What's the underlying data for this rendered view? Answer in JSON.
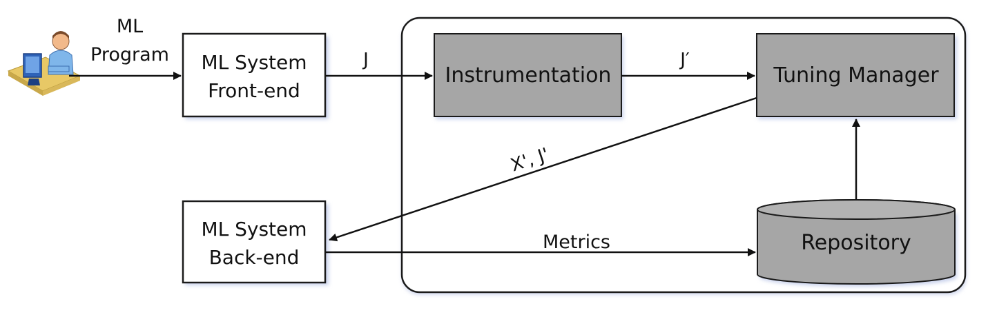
{
  "user": {
    "label_line1": "ML",
    "label_line2": "Program",
    "icon": "user-at-computer-icon"
  },
  "nodes": {
    "frontend": {
      "line1": "ML System",
      "line2": "Front-end"
    },
    "backend": {
      "line1": "ML System",
      "line2": "Back-end"
    },
    "instrumentation": {
      "label": "Instrumentation"
    },
    "tuning_manager": {
      "label": "Tuning Manager"
    },
    "repository": {
      "label": "Repository"
    }
  },
  "edges": {
    "program_to_frontend": "",
    "frontend_to_instrumentation": "J",
    "instrumentation_to_tuning": "J′",
    "tuning_to_backend": "X', J'",
    "backend_to_repository": "Metrics",
    "repository_to_tuning": ""
  },
  "colors": {
    "gray_box": "#a6a6a6",
    "border": "#1a1a1a",
    "shadow": "#c5cde6"
  }
}
